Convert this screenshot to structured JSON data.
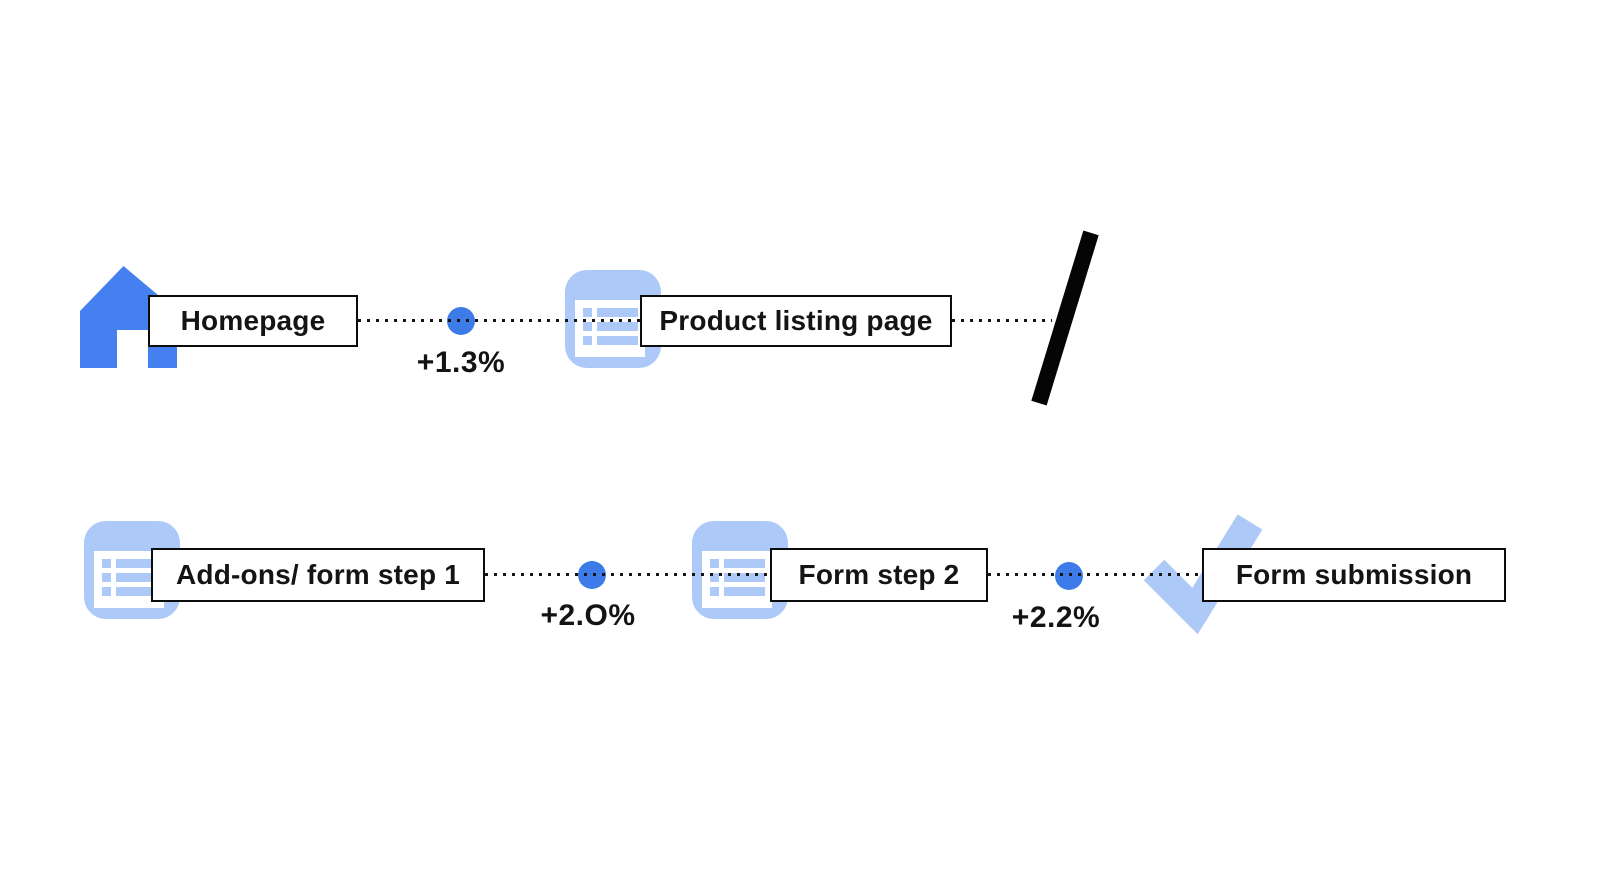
{
  "diagram_title": "conversion-funnel-flow",
  "colors": {
    "primary_blue": "#4480F0",
    "light_blue": "#ACC9F7",
    "dot_blue": "#3C7BE8",
    "line_black": "#151515",
    "text_black": "#141414",
    "box_border": "#0c0c0c",
    "box_bg": "#ffffff",
    "slash_black": "#050505"
  },
  "nodes": {
    "homepage": {
      "label": "Homepage",
      "icon": "home-icon"
    },
    "product_listing": {
      "label": "Product listing page",
      "icon": "list-icon"
    },
    "addons_form_step_1": {
      "label": "Add-ons/ form step 1",
      "icon": "list-icon"
    },
    "form_step_2": {
      "label": "Form step 2",
      "icon": "list-icon"
    },
    "form_submission": {
      "label": "Form submission",
      "icon": "checkmark-icon"
    }
  },
  "edges": {
    "homepage_to_product_listing": {
      "delta": "+1.3%"
    },
    "addons_to_form_step_2": {
      "delta": "+2.O%"
    },
    "form_step_2_to_submission": {
      "delta": "+2.2%"
    }
  }
}
